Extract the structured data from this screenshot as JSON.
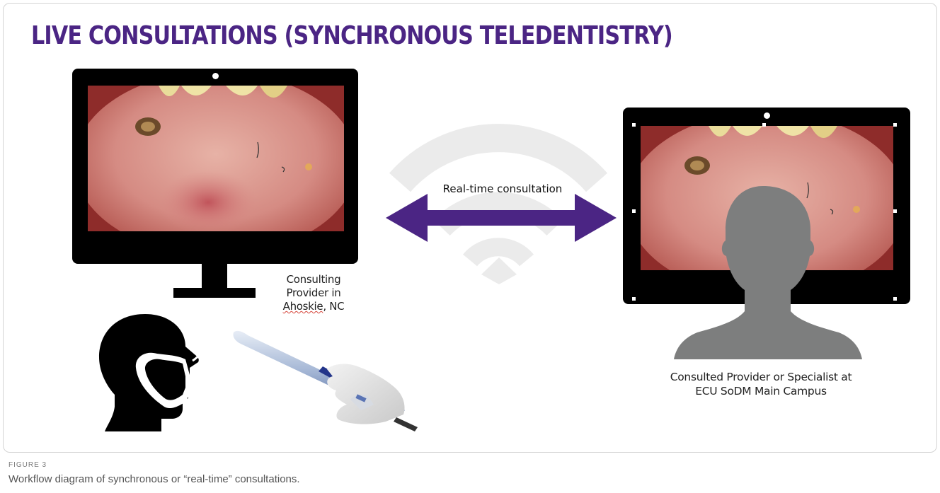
{
  "title": "LIVE CONSULTATIONS (SYNCHRONOUS TELEDENTISTRY)",
  "arrow_label": "Real-time consultation",
  "consulting_provider": {
    "line1": "Consulting",
    "line2": "Provider in",
    "line3_city": "Ahoskie",
    "line3_rest": ", NC"
  },
  "consulted_provider": {
    "line1": "Consulted Provider or Specialist at",
    "line2": "ECU SoDM Main Campus"
  },
  "figure_label": "FIGURE 3",
  "caption": "Workflow diagram of synchronous or “real-time” consultations.",
  "colors": {
    "title": "#4b2584",
    "arrow": "#4b2584",
    "monitor": "#000000",
    "wifi": "#ebebeb",
    "specialist_silhouette": "#7d7e7e"
  },
  "icons": [
    "masked-person-icon",
    "intraoral-camera-icon",
    "wifi-icon",
    "specialist-silhouette-icon"
  ]
}
